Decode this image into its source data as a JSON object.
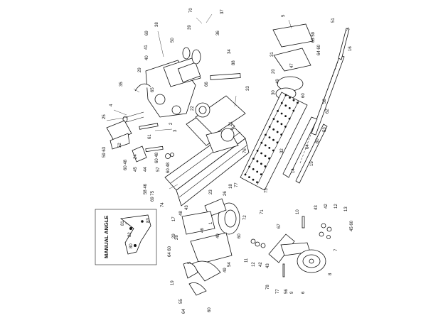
{
  "diagram": {
    "inset_title": "MANUAL ANGLE",
    "callouts": {
      "c70": "70",
      "c37": "37",
      "c5": "5",
      "c51": "51",
      "c16": "16",
      "c38": "38",
      "c39": "39",
      "c36": "36",
      "c69": "69",
      "c41": "41",
      "c40": "40",
      "c50": "50",
      "c29": "29",
      "c34": "34",
      "c88": "88",
      "c66": "66",
      "c35": "35",
      "c63_59": "63 59",
      "c64_60": "64 60",
      "c31": "31",
      "c47": "47",
      "c20": "20",
      "c49": "49",
      "c30": "30",
      "c60a": "60",
      "c58": "58",
      "c62": "62",
      "c53": "53",
      "c33": "33",
      "c65": "65",
      "c22": "22",
      "c4": "4",
      "c25": "25",
      "c2": "2",
      "c3": "3",
      "c21": "21",
      "c52": "52",
      "c24": "24",
      "c61": "61",
      "c60_48a": "60 48",
      "c59_63": "59 63",
      "c60_48b": "60 48",
      "c45": "45",
      "c44": "44",
      "c57": "57",
      "c60_48c": "60 48",
      "c76": "76",
      "c32": "32",
      "c64": "64",
      "c60b": "60",
      "c15": "15",
      "c14": "14",
      "c58_46": "58 46",
      "c69_75": "69 75",
      "c73": "73",
      "c23": "23",
      "c26": "26",
      "c18": "18",
      "c77": "77",
      "c74": "74",
      "c43a": "43",
      "c48": "48",
      "c72": "72",
      "c71": "71",
      "c17": "17",
      "c1": "1",
      "c29b": "29",
      "c60c": "60",
      "c81": "81",
      "c82": "82",
      "c83": "83",
      "c80": "80",
      "c64_60b": "64 60",
      "c28": "28",
      "c19": "19",
      "c5b": "5",
      "c46": "46",
      "c40b": "40",
      "c49b": "49",
      "c54": "54",
      "c11": "11",
      "c12": "12",
      "c42": "42",
      "c43b": "43",
      "c67": "67",
      "c10": "10",
      "c43c": "43",
      "c42b": "42",
      "c12b": "12",
      "c13": "13",
      "c45_60": "45 60",
      "c7": "7",
      "c8": "8",
      "c78": "78",
      "c77b": "77",
      "c56": "56",
      "c9": "9",
      "c6": "6",
      "c55": "55",
      "c64b": "64",
      "c60d": "60"
    }
  }
}
